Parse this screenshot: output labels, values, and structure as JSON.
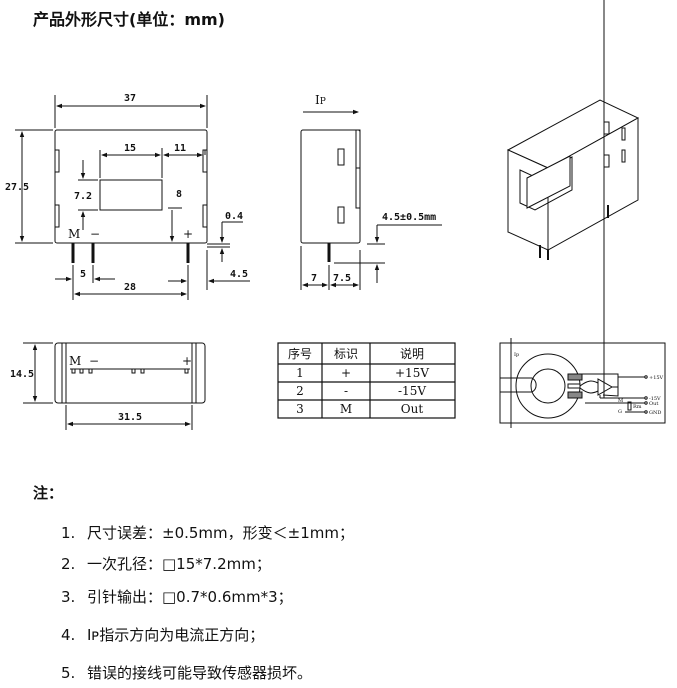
{
  "title": "产品外形尺寸(单位：mm)",
  "front_view": {
    "width": "37",
    "height": "27.5",
    "window_w": "15",
    "window_offset": "11",
    "window_h": "7.2",
    "pin_height_ref": "8",
    "pin_thickness": "0.4",
    "pin_spacing": "5",
    "pin_span": "28",
    "pin_edge": "4.5",
    "pin_labels": [
      "M",
      "−",
      "+"
    ]
  },
  "side_view": {
    "ip_label": "I",
    "ip_sub": "P",
    "pin_length": "4.5±0.5mm",
    "d1": "7",
    "d2": "7.5"
  },
  "bottom_view": {
    "height": "14.5",
    "width": "31.5",
    "pin_labels": [
      "M",
      "−",
      "+"
    ]
  },
  "pin_table": {
    "headers": [
      "序号",
      "标识",
      "说明"
    ],
    "rows": [
      [
        "1",
        "+",
        "+15V"
      ],
      [
        "2",
        "-",
        "-15V"
      ],
      [
        "3",
        "M",
        "Out"
      ]
    ]
  },
  "circuit": {
    "ip": "Ip",
    "labels": [
      "+15V",
      "-15V",
      "Out",
      "GND"
    ],
    "node_m": "M",
    "node_g": "G",
    "rm": "Rm"
  },
  "notes": {
    "heading": "注：",
    "items": [
      {
        "num": "1.",
        "text": "尺寸误差：±0.5mm，形变＜±1mm；"
      },
      {
        "num": "2.",
        "text": "一次孔径：□15*7.2mm；"
      },
      {
        "num": "3.",
        "text": "引针输出：□0.7*0.6mm*3；"
      },
      {
        "num": "4.",
        "text": "Iᴘ指示方向为电流正方向；"
      },
      {
        "num": "5.",
        "text": "错误的接线可能导致传感器损坏。"
      }
    ]
  }
}
